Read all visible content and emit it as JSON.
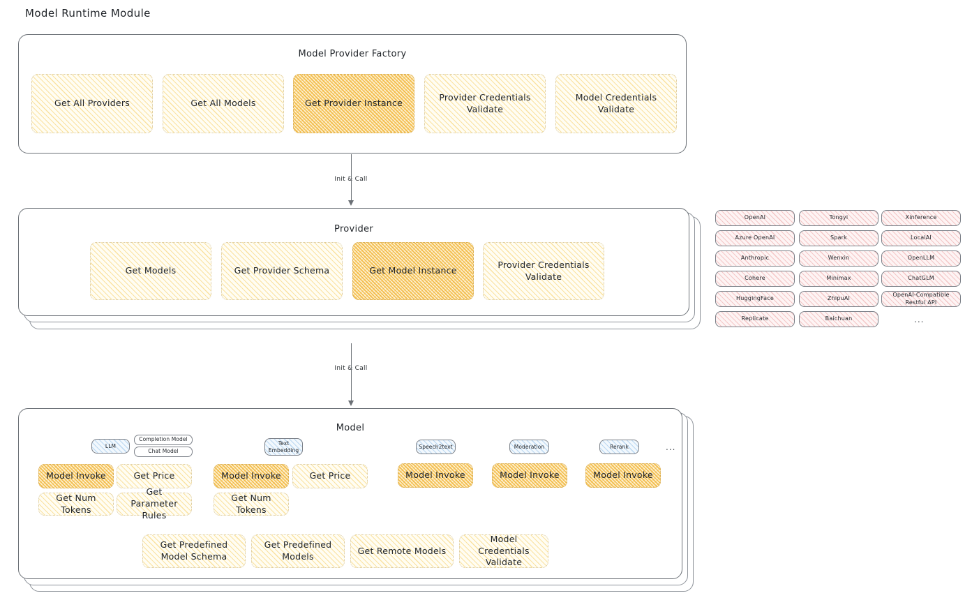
{
  "page": {
    "title": "Model Runtime Module"
  },
  "factory": {
    "title": "Model Provider Factory",
    "methods": [
      {
        "label": "Get All Providers",
        "highlight": false
      },
      {
        "label": "Get All Models",
        "highlight": false
      },
      {
        "label": "Get Provider Instance",
        "highlight": true
      },
      {
        "label": "Provider Credentials Validate",
        "highlight": false
      },
      {
        "label": "Model Credentials Validate",
        "highlight": false
      }
    ]
  },
  "arrows": [
    {
      "label": "Init & Call"
    },
    {
      "label": "Init & Call"
    }
  ],
  "provider": {
    "title": "Provider",
    "methods": [
      {
        "label": "Get Models",
        "highlight": false
      },
      {
        "label": "Get Provider Schema",
        "highlight": false
      },
      {
        "label": "Get Model Instance",
        "highlight": true
      },
      {
        "label": "Provider Credentials Validate",
        "highlight": false
      }
    ]
  },
  "provider_list": {
    "columns": [
      [
        "OpenAI",
        "Azure OpenAI",
        "Anthropic",
        "Cohere",
        "HuggingFace",
        "Replicate"
      ],
      [
        "Tongyi",
        "Spark",
        "Wenxin",
        "Minimax",
        "ZhipuAI",
        "Baichuan"
      ],
      [
        "Xinference",
        "LocalAI",
        "OpenLLM",
        "ChatGLM",
        "OpenAI-Compatible Restful API"
      ]
    ],
    "more": "..."
  },
  "model": {
    "title": "Model",
    "more": "...",
    "types": [
      {
        "badge": "LLM",
        "badge_style": "blue",
        "sub_badges": [
          "Completion Model",
          "Chat Model"
        ],
        "methods": [
          {
            "label": "Model Invoke",
            "highlight": true
          },
          {
            "label": "Get Price",
            "highlight": false
          },
          {
            "label": "Get Num Tokens",
            "highlight": false
          },
          {
            "label": "Get Parameter Rules",
            "highlight": false
          }
        ]
      },
      {
        "badge": "Text Embedding",
        "badge_style": "blue",
        "sub_badges": [],
        "methods": [
          {
            "label": "Model Invoke",
            "highlight": true
          },
          {
            "label": "Get Price",
            "highlight": false
          },
          {
            "label": "Get Num Tokens",
            "highlight": false
          }
        ]
      },
      {
        "badge": "Speech2text",
        "badge_style": "blue",
        "sub_badges": [],
        "methods": [
          {
            "label": "Model Invoke",
            "highlight": true
          }
        ]
      },
      {
        "badge": "Moderation",
        "badge_style": "blue",
        "sub_badges": [],
        "methods": [
          {
            "label": "Model Invoke",
            "highlight": true
          }
        ]
      },
      {
        "badge": "Rerank",
        "badge_style": "blue",
        "sub_badges": [],
        "methods": [
          {
            "label": "Model Invoke",
            "highlight": true
          }
        ]
      }
    ],
    "common_methods": [
      {
        "label": "Get Predefined Model Schema",
        "highlight": false
      },
      {
        "label": "Get Predefined Models",
        "highlight": false
      },
      {
        "label": "Get Remote Models",
        "highlight": false
      },
      {
        "label": "Model Credentials Validate",
        "highlight": false
      }
    ]
  },
  "colors": {
    "highlight_fill": "#f0b230",
    "light_fill": "#f5cb5c",
    "provider_chip": "#e68282",
    "model_badge": "#6eaae1",
    "stroke": "#6b7076"
  }
}
